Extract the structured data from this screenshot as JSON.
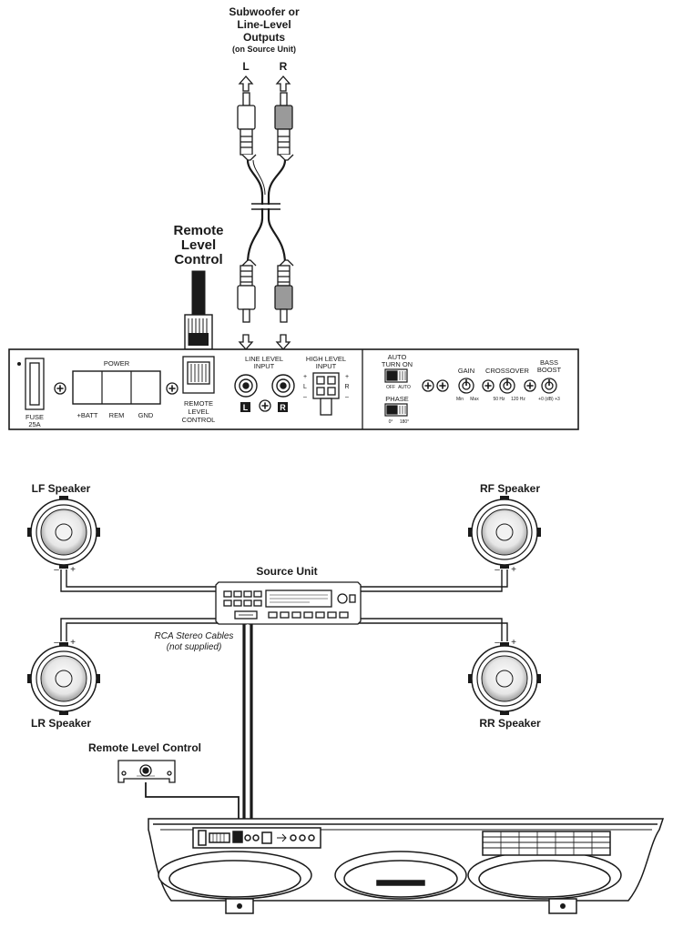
{
  "top": {
    "outputs_title_line1": "Subwoofer or",
    "outputs_title_line2": "Line-Level",
    "outputs_title_line3": "Outputs",
    "outputs_subtitle": "(on Source Unit)",
    "left_channel": "L",
    "right_channel": "R",
    "remote_title_line1": "Remote",
    "remote_title_line2": "Level",
    "remote_title_line3": "Control"
  },
  "panel": {
    "fuse_line1": "FUSE",
    "fuse_line2": "25A",
    "power_label": "POWER",
    "terminal_batt": "+BATT",
    "terminal_rem": "REM",
    "terminal_gnd": "GND",
    "remote_port_line1": "REMOTE",
    "remote_port_line2": "LEVEL",
    "remote_port_line3": "CONTROL",
    "line_input_line1": "LINE LEVEL",
    "line_input_line2": "INPUT",
    "line_l_badge": "L",
    "line_r_badge": "R",
    "high_input_line1": "HIGH LEVEL",
    "high_input_line2": "INPUT",
    "high_plus": "+",
    "high_minus": "–",
    "high_l": "L",
    "high_r": "R",
    "auto_turn_on_line1": "AUTO",
    "auto_turn_on_line2": "TURN ON",
    "auto_off": "OFF",
    "auto_auto": "AUTO",
    "phase_label": "PHASE",
    "phase_0": "0°",
    "phase_180": "180°",
    "gain_label": "GAIN",
    "gain_min": "Min",
    "gain_max": "Max",
    "crossover_label": "CROSSOVER",
    "crossover_low": "50 Hz",
    "crossover_high": "120 Hz",
    "bass_boost_line1": "BASS",
    "bass_boost_line2": "BOOST",
    "bass_boost_range": "+0 (dB) +3"
  },
  "system": {
    "lf_speaker": "LF Speaker",
    "rf_speaker": "RF Speaker",
    "lr_speaker": "LR Speaker",
    "rr_speaker": "RR Speaker",
    "source_unit": "Source Unit",
    "rca_line1": "RCA Stereo Cables",
    "rca_line2": "(not supplied)",
    "remote_level_control": "Remote Level Control",
    "polarity_minus": "–",
    "polarity_plus": "+"
  },
  "colors": {
    "ink": "#1a1a1a",
    "paper": "#ffffff",
    "fill_gray": "#d0d0d0",
    "red_plug": "#9a9a9a"
  }
}
